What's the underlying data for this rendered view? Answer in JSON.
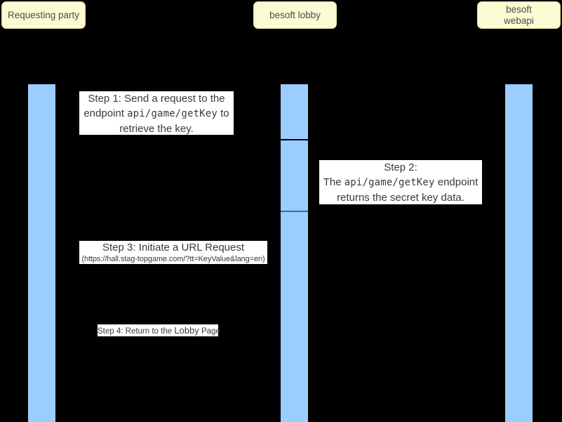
{
  "diagram": {
    "type": "sequence-diagram",
    "background_color": "#000000",
    "participant_fill": "#fdfbd4",
    "lifeline_fill": "#9bcdff",
    "label_fill": "#ffffff",
    "participants": [
      {
        "id": "requesting-party",
        "label": "Requesting party"
      },
      {
        "id": "besoft-lobby",
        "label": "besoft lobby"
      },
      {
        "id": "besoft-webapi",
        "label": "besoft\nwebapi"
      }
    ],
    "messages": [
      {
        "id": "step-1",
        "line1": "Step 1: Send a request to the",
        "line2_pre": "endpoint ",
        "line2_code": "api/game/getKey",
        "line2_post": " to",
        "line3": "retrieve the key."
      },
      {
        "id": "step-2",
        "line1": "Step 2:",
        "line2_pre": "The ",
        "line2_code": "api/game/getKey",
        "line2_post": " endpoint",
        "line3": "returns the secret key data."
      },
      {
        "id": "step-3",
        "line1": "Step 3: Initiate a URL Request",
        "line2": "(https://hall.stag-topgame.com/?tt=KeyValue&lang=en)"
      },
      {
        "id": "step-4",
        "line1_pre": "Step 4: Return to the ",
        "line1_big": "Lobby",
        "line1_post": " Page"
      }
    ]
  }
}
